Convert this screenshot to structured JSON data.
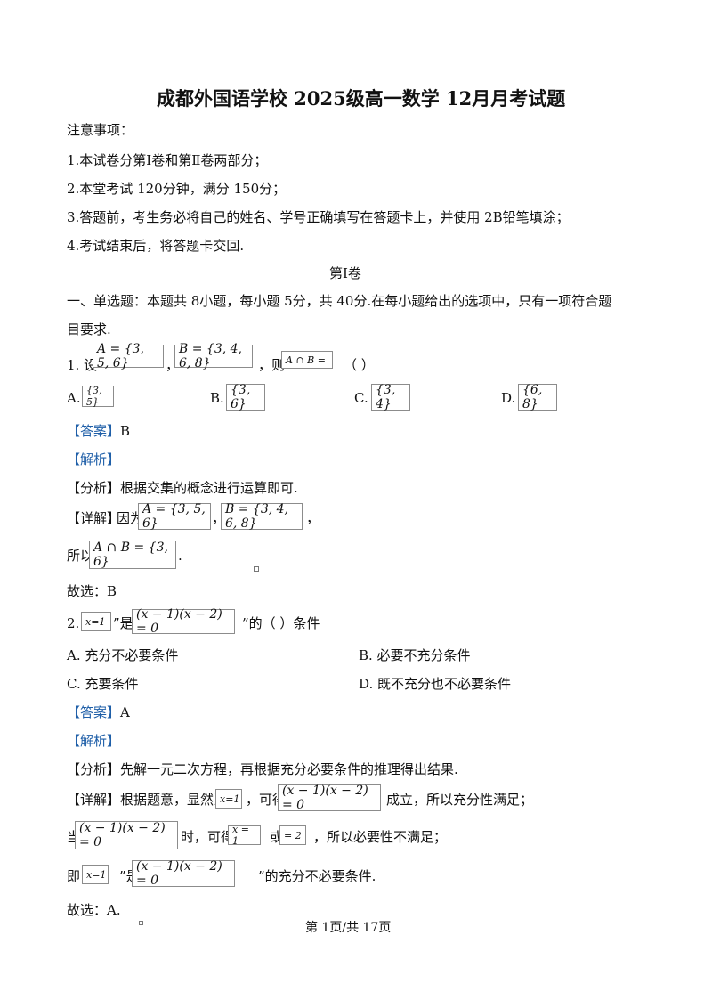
{
  "title": "成都外国语学校 2025级高一数学 12月月考试题",
  "notice": {
    "heading": "注意事项：",
    "items": [
      "1.本试卷分第Ⅰ卷和第Ⅱ卷两部分；",
      "2.本堂考试 120分钟，满分 150分；",
      "3.答题前，考生务必将自己的姓名、学号正确填写在答题卡上，并使用 2B铅笔填涂；",
      "4.考试结束后，将答题卡交回."
    ]
  },
  "section_title": "第Ⅰ卷",
  "part1": {
    "heading_line1": "一、单选题：本题共 8小题，每小题 5分，共 40分.在每小题给出的选项中，只有一项符合题",
    "heading_line2": "目要求."
  },
  "q1": {
    "prefix": "1. 设",
    "setA": "A = {3, 5, 6}",
    "comma": "，",
    "setB": "B = {3, 4, 6, 8}",
    "then": "，则",
    "expr": "A ∩ B =",
    "blank": "（      ）",
    "options": [
      {
        "letter": "A.",
        "value": "{3, 5}"
      },
      {
        "letter": "B.",
        "value": "{3, 6}"
      },
      {
        "letter": "C.",
        "value": "{3, 4}"
      },
      {
        "letter": "D.",
        "value": "{6, 8}"
      }
    ],
    "answer_tag": "【答案】",
    "answer": "B",
    "analysis_tag": "【解析】",
    "fenxi_tag": "【分析】",
    "fenxi": "根据交集的概念进行运算即可.",
    "xiangjie_tag": "【详解】",
    "xiangjie_prefix": "因为",
    "x_setA": "A = {3, 5, 6}",
    "x_comma": "，",
    "x_setB": "B = {3, 4, 6, 8}",
    "x_end": "，",
    "suoyi": "所以",
    "result": "A ∩ B = {3, 6}",
    "period": ".",
    "choice": "故选：B"
  },
  "q2": {
    "prefix": "2. “",
    "cond": "x=1",
    "shi": "”是 “",
    "eq": "(x − 1)(x − 2) = 0",
    "de": "”的（          ）条件",
    "options": [
      "A.  充分不必要条件",
      "B.  必要不充分条件",
      "C.  充要条件",
      "D.  既不充分也不必要条件"
    ],
    "answer_tag": "【答案】",
    "answer": "A",
    "analysis_tag": "【解析】",
    "fenxi_tag": "【分析】",
    "fenxi": "先解一元二次方程，再根据充分必要条件的推理得出结果.",
    "xiangjie_tag": "【详解】",
    "line1_a": "根据题意，显然当",
    "line1_x": "x=1",
    "line1_b": "，可得",
    "line1_eq": "(x − 1)(x − 2) = 0",
    "line1_c": "成立，所以充分性满足；",
    "line2_a": "当",
    "line2_eq": "(x − 1)(x − 2) = 0",
    "line2_b": "时，可得",
    "line2_x1": "x = 1",
    "line2_or": "或",
    "line2_x2": "= 2",
    "line2_c": "，所以必要性不满足；",
    "line3_a": "即 “",
    "line3_x": "x=1",
    "line3_b": "”是 “",
    "line3_eq": "(x − 1)(x − 2) = 0",
    "line3_c": "”的充分不必要条件.",
    "choice": "故选：A."
  },
  "footer": "第 1页/共 17页"
}
